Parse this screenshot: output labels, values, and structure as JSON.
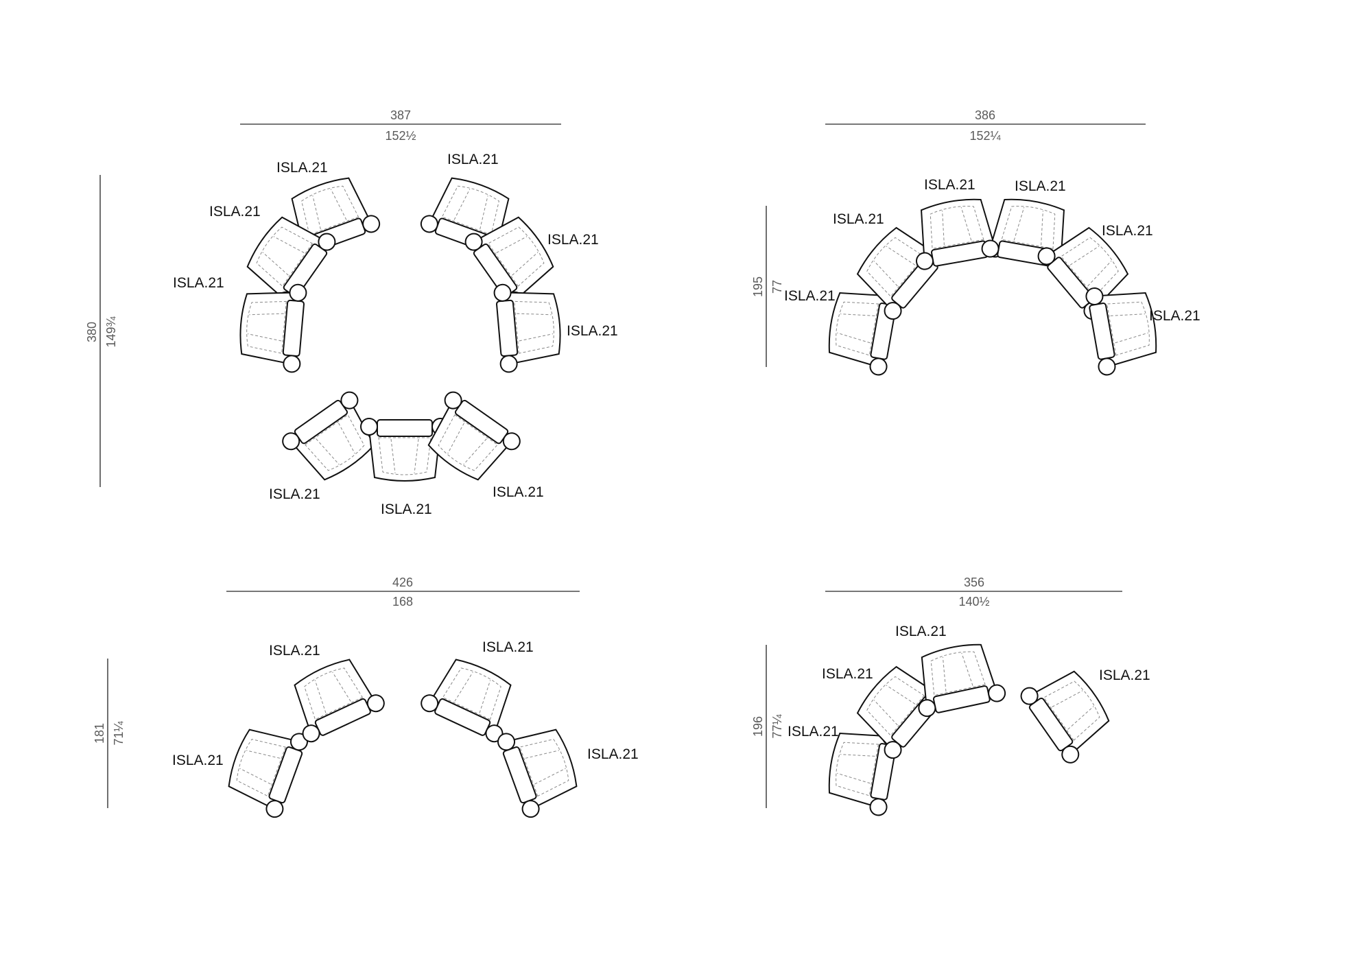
{
  "module_label": "ISLA.21",
  "layouts": [
    {
      "id": "layout-a",
      "width_cm": "387",
      "width_in": "152½",
      "height_cm": "380",
      "height_in": "149¾",
      "seat_count": 9
    },
    {
      "id": "layout-b",
      "width_cm": "386",
      "width_in": "152¼",
      "height_cm": "195",
      "height_in": "77",
      "seat_count": 6
    },
    {
      "id": "layout-c",
      "width_cm": "426",
      "width_in": "168",
      "height_cm": "181",
      "height_in": "71¼",
      "seat_count": 4
    },
    {
      "id": "layout-d",
      "width_cm": "356",
      "width_in": "140½",
      "height_cm": "196",
      "height_in": "77¼",
      "seat_count": 4
    }
  ]
}
